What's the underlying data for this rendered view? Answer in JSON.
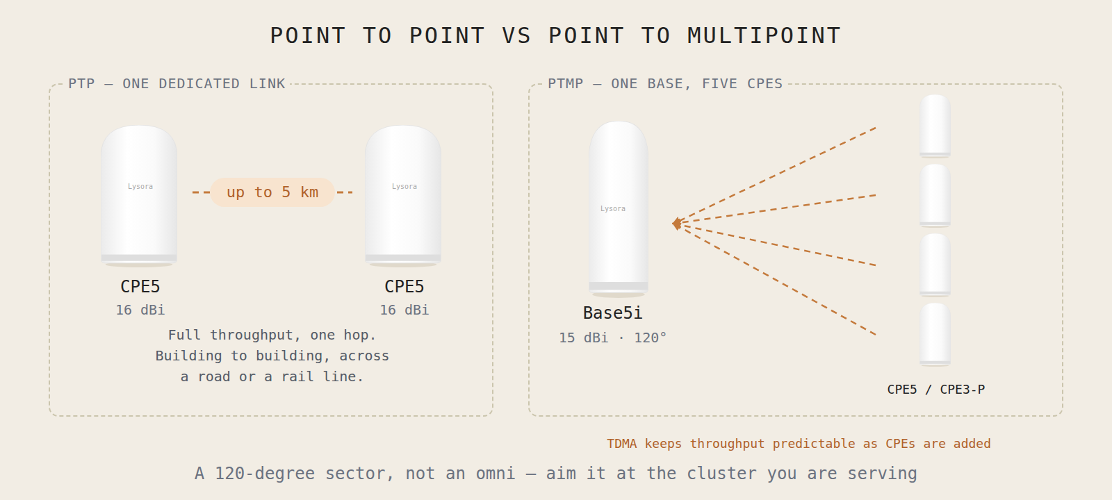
{
  "diagram": {
    "title": "POINT TO POINT VS POINT TO MULTIPOINT",
    "caption": "A 120-degree sector, not an omni — aim it at the cluster you are serving",
    "nodes": [
      {
        "text": [
          "PTP — ONE DEDICATED LINK",
          "Full throughput, one hop. Building to building, across a road or a rail line."
        ]
      },
      {
        "text": [
          "Lysora",
          "CPE5",
          "16 dBi"
        ],
        "in": 0
      },
      {
        "text": [
          "Lysora",
          "CPE5",
          "16 dBi"
        ],
        "in": 0
      },
      {
        "text": [
          "PTMP — ONE BASE, FIVE CPES"
        ]
      },
      {
        "text": [
          "Lysora",
          "Base5i",
          "15 dBi · 120°"
        ],
        "in": 3
      },
      {
        "text": [
          "CPE5 / CPE3-P"
        ],
        "in": 3
      }
    ],
    "edges": [
      {
        "from": 1,
        "to": 2,
        "label": "up to 5 km",
        "arrow": "none"
      },
      {
        "from": 5,
        "to": 4,
        "arrow": "to"
      },
      {
        "from": 5,
        "to": 4,
        "arrow": "to"
      },
      {
        "from": 5,
        "to": 4,
        "arrow": "to"
      },
      {
        "from": 5,
        "to": 4,
        "arrow": "to"
      }
    ],
    "labels": [
      "TDMA keeps throughput predictable as CPEs are added"
    ]
  }
}
